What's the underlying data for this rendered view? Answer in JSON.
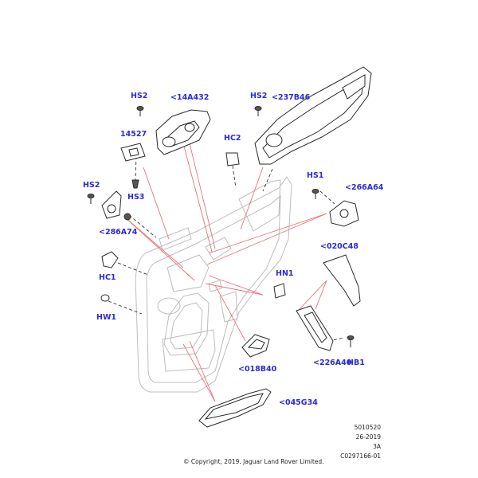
{
  "labels": {
    "hs2_a": "HS2",
    "p14a432": "<14A432",
    "hs2_b": "HS2",
    "p237b46": "<237B46",
    "p14527": "14527",
    "hc2": "HC2",
    "hs2_c": "HS2",
    "hs3": "HS3",
    "hs1": "HS1",
    "p266a64": "<266A64",
    "p286a74": "<286A74",
    "p020c48": "<020C48",
    "hc1": "HC1",
    "hn1": "HN1",
    "hw1": "HW1",
    "p018b40": "<018B40",
    "p226a40": "<226A40",
    "hb1": "HB1",
    "p045g34": "<045G34"
  },
  "reference": {
    "line1": "5010520",
    "line2": "26-2019",
    "line3": "3A",
    "line4": "C0297166-01"
  },
  "copyright": "© Copyright, 2019. Jaguar Land Rover Limited.",
  "colors": {
    "label": "#2b2bd8",
    "leader": "#e8737a",
    "outline": "#bdbdbd",
    "part": "#2a2a2a"
  }
}
